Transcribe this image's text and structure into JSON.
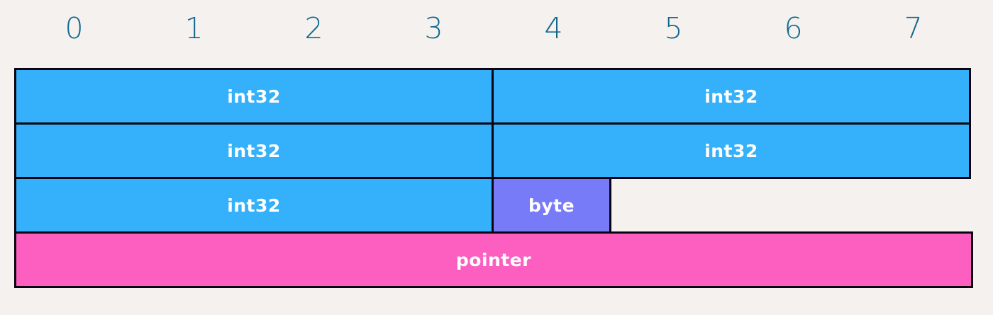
{
  "diagram": {
    "title": "memory-layout-struct-padding",
    "type": "memory-layout",
    "byte_columns": [
      "0",
      "1",
      "2",
      "3",
      "4",
      "5",
      "6",
      "7"
    ],
    "column_count": 8,
    "colors": {
      "background": "#f5f1ee",
      "border": "#0a0410",
      "header_text": "#10688f",
      "int32": "#35b0fa",
      "byte": "#787bf7",
      "pointer": "#fc5fc0",
      "cell_text": "#ffffff"
    },
    "rows": [
      {
        "index": 0,
        "cells": [
          {
            "label": "int32",
            "span": 4,
            "kind": "int32"
          },
          {
            "label": "int32",
            "span": 4,
            "kind": "int32"
          }
        ]
      },
      {
        "index": 1,
        "cells": [
          {
            "label": "int32",
            "span": 4,
            "kind": "int32"
          },
          {
            "label": "int32",
            "span": 4,
            "kind": "int32"
          }
        ]
      },
      {
        "index": 2,
        "cells": [
          {
            "label": "int32",
            "span": 4,
            "kind": "int32"
          },
          {
            "label": "byte",
            "span": 1,
            "kind": "byte"
          },
          {
            "label": "",
            "span": 3,
            "kind": "empty"
          }
        ]
      },
      {
        "index": 3,
        "cells": [
          {
            "label": "pointer",
            "span": 8,
            "kind": "pointer"
          }
        ]
      }
    ]
  }
}
